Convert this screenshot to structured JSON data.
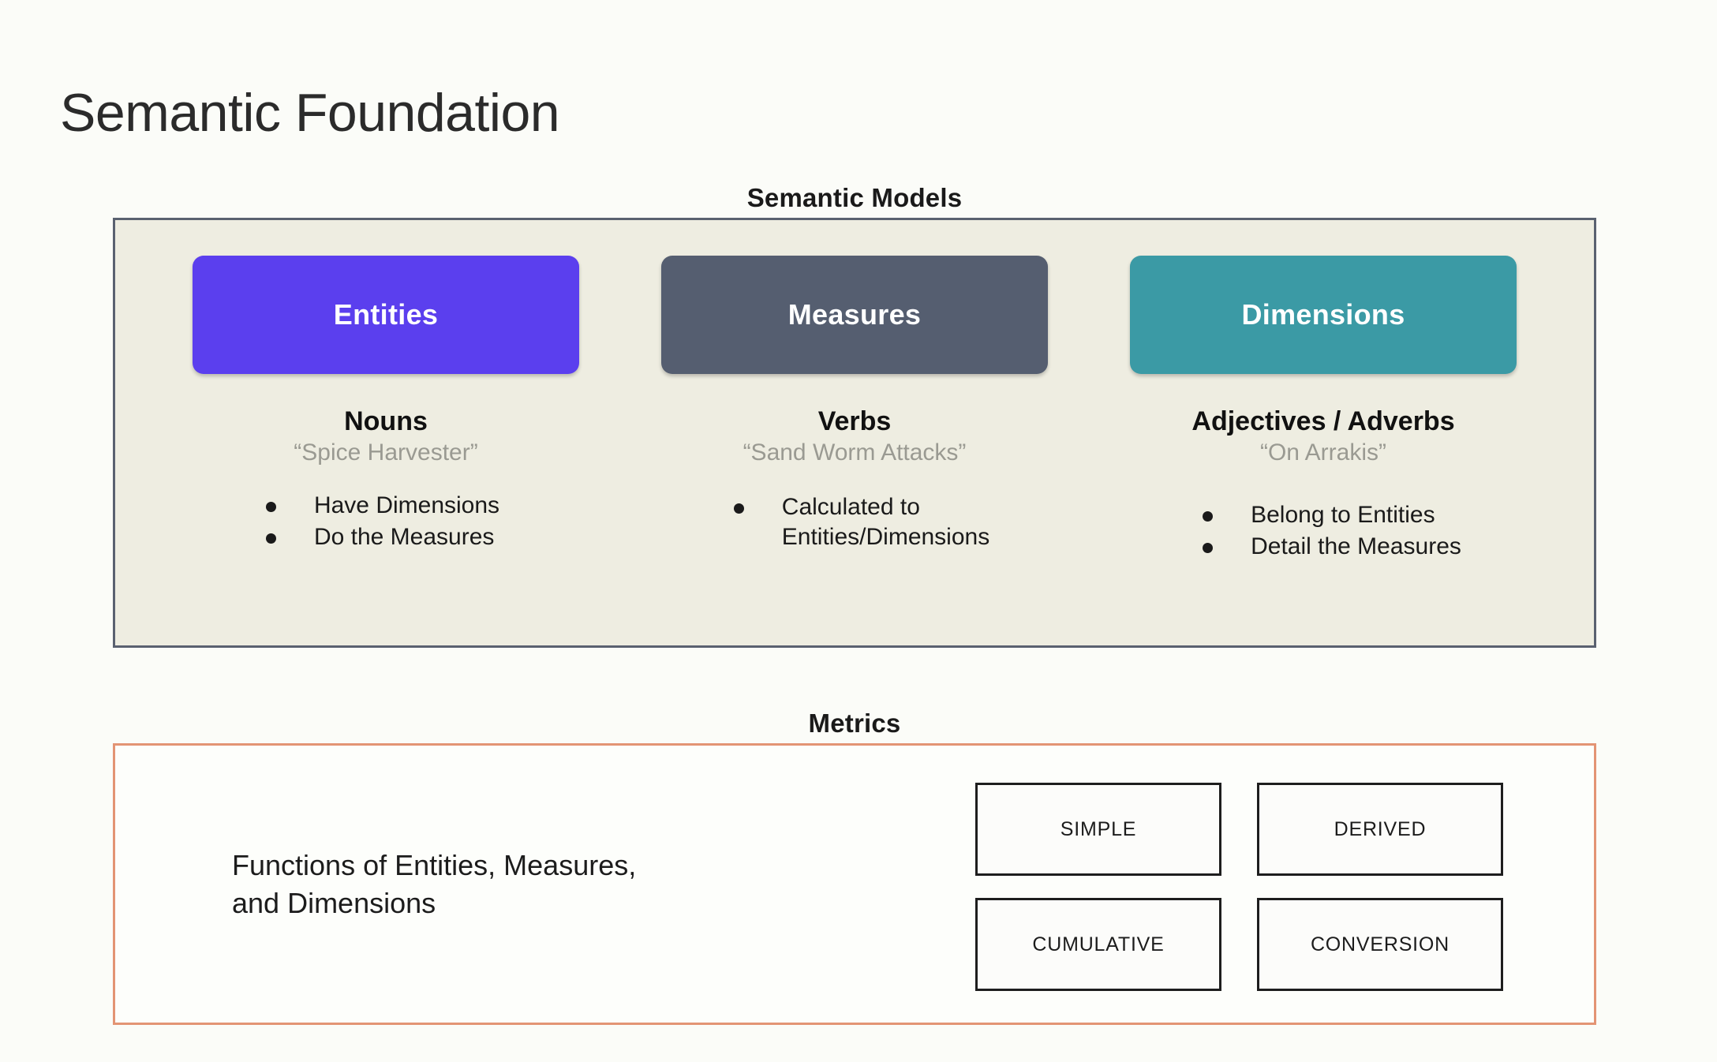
{
  "slide": {
    "title": "Semantic Foundation",
    "background_color": "#FBFCF8"
  },
  "semantic_models": {
    "heading": "Semantic Models",
    "panel_background": "#EEEDE1",
    "panel_border_color": "#5A6170",
    "columns": [
      {
        "pill_label": "Entities",
        "pill_color": "#5B3FEE",
        "part_of_speech": "Nouns",
        "example": "“Spice Harvester”",
        "bullets": [
          "Have Dimensions",
          "Do the Measures"
        ]
      },
      {
        "pill_label": "Measures",
        "pill_color": "#555E70",
        "part_of_speech": "Verbs",
        "example": "“Sand Worm Attacks”",
        "bullets": [
          "Calculated to\nEntities/Dimensions"
        ]
      },
      {
        "pill_label": "Dimensions",
        "pill_color": "#3B9AA5",
        "part_of_speech": "Adjectives / Adverbs",
        "example": "“On Arrakis”",
        "bullets": [
          "Belong to Entities",
          "Detail the Measures"
        ]
      }
    ]
  },
  "metrics": {
    "heading": "Metrics",
    "panel_border_color": "#E39474",
    "description": "Functions of Entities, Measures,\nand Dimensions",
    "types": [
      "SIMPLE",
      "DERIVED",
      "CUMULATIVE",
      "CONVERSION"
    ]
  }
}
